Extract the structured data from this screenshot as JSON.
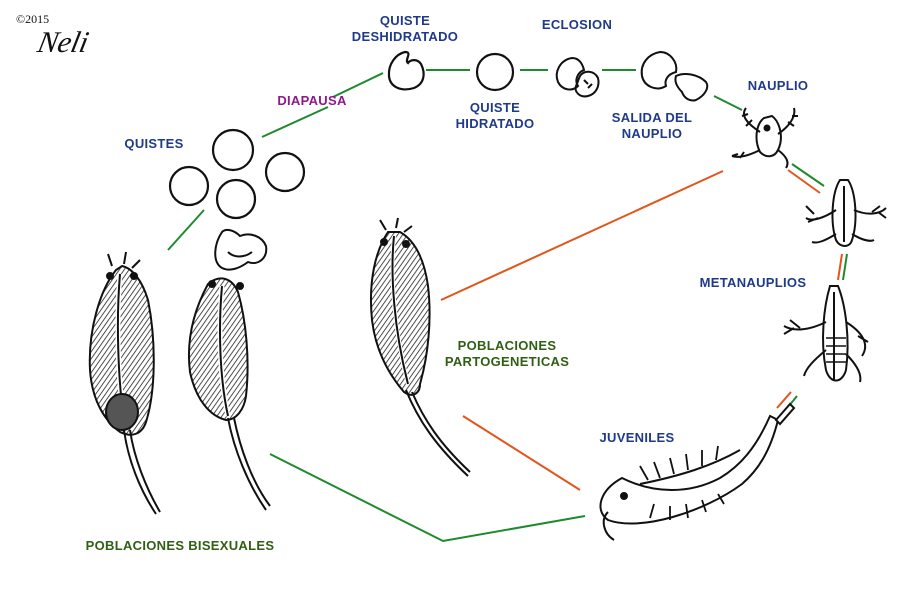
{
  "copyright": "©2015",
  "signature": "Neli",
  "labels": {
    "quiste_deshidratado": [
      "QUISTE",
      "DESHIDRATADO"
    ],
    "eclosion": "ECLOSION",
    "nauplio": "NAUPLIO",
    "diapausa": "DIAPAUSA",
    "quistes": "QUISTES",
    "quiste_hidratado": [
      "QUISTE",
      "HIDRATADO"
    ],
    "salida_nauplio": [
      "SALIDA DEL",
      "NAUPLIO"
    ],
    "metanauplios": "METANAUPLIOS",
    "poblaciones_partogeneticas": [
      "POBLACIONES",
      "PARTOGENETICAS"
    ],
    "juveniles": "JUVENILES",
    "poblaciones_bisexuales": "POBLACIONES BISEXUALES"
  },
  "colors": {
    "label_blue": "#1f3a8a",
    "label_purple": "#8b1a8b",
    "label_green": "#2f5f12",
    "line_green": "#1e8a2e",
    "line_orange": "#e0561b",
    "ink": "#111111"
  }
}
